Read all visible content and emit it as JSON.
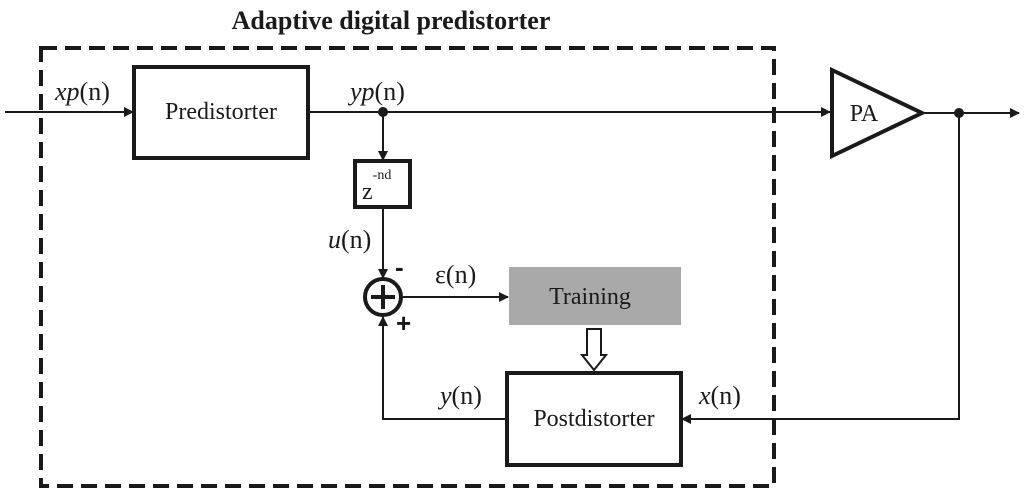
{
  "title": "Adaptive digital predistorter",
  "blocks": {
    "predistorter": "Predistorter",
    "delay_base": "z",
    "delay_exp": "-nd",
    "training": "Training",
    "postdistorter": "Postdistorter",
    "pa": "PA"
  },
  "signals": {
    "xp_var": "xp",
    "xp_arg": "(n)",
    "yp_var": "yp",
    "yp_arg": "(n)",
    "u_var": "u",
    "u_arg": "(n)",
    "eps": "ε(n)",
    "y_var": "y",
    "y_arg": "(n)",
    "x_var": "x",
    "x_arg": "(n)"
  },
  "summer": {
    "minus": "-",
    "plus": "+"
  },
  "colors": {
    "stroke": "#1a1a1a",
    "training_fill": "#a9a9a9"
  }
}
